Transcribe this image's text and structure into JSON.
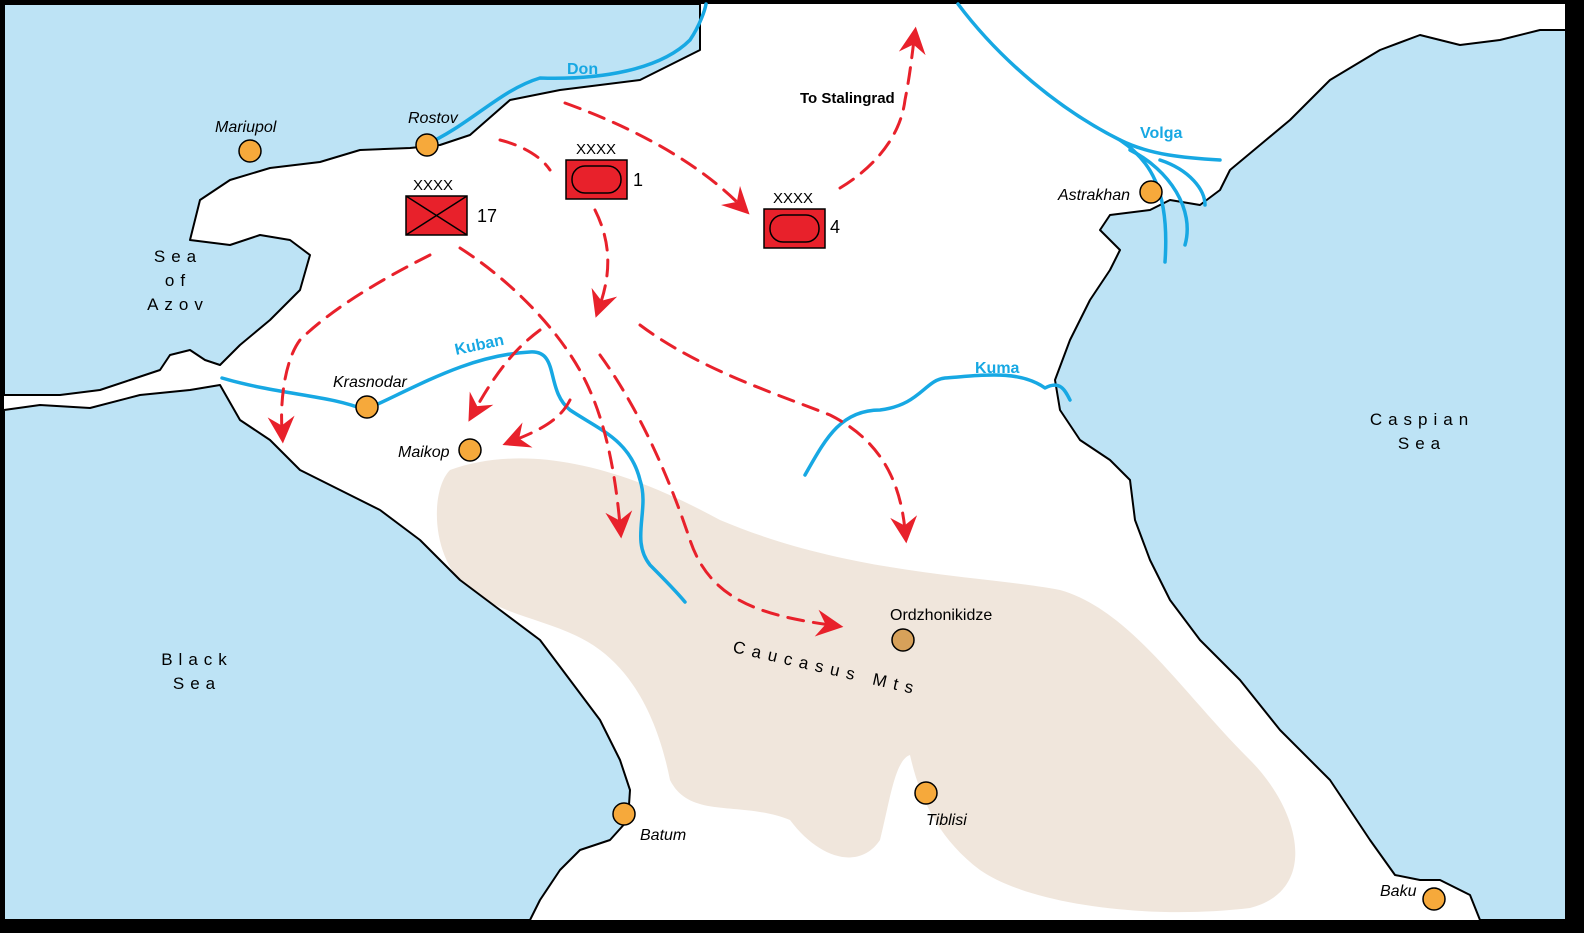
{
  "map": {
    "colors": {
      "water": "#bde3f5",
      "land": "#ffffff",
      "river": "#17a8e3",
      "mountains": "#f0e6dc",
      "arrow": "#e8212b",
      "city": "#f6a93b",
      "unit": "#e8212b"
    },
    "seas": {
      "azov": [
        "Sea",
        "of",
        "Azov"
      ],
      "black": [
        "Black",
        "Sea"
      ],
      "caspian": [
        "Caspian",
        "Sea"
      ]
    },
    "rivers": {
      "don": "Don",
      "volga": "Volga",
      "kuban": "Kuban",
      "kuma": "Kuma"
    },
    "cities": {
      "mariupol": "Mariupol",
      "rostov": "Rostov",
      "astrakhan": "Astrakhan",
      "krasnodar": "Krasnodar",
      "maikop": "Maikop",
      "ordzhonikidze": "Ordzhonikidze",
      "batum": "Batum",
      "tiblisi": "Tiblisi",
      "baku": "Baku"
    },
    "mountains": "Caucasus Mts",
    "direction_label": "To Stalingrad",
    "units": [
      {
        "echelon": "XXXX",
        "number": "17",
        "type": "infantry-icon"
      },
      {
        "echelon": "XXXX",
        "number": "1",
        "type": "armor-icon"
      },
      {
        "echelon": "XXXX",
        "number": "4",
        "type": "armor-icon"
      }
    ]
  }
}
